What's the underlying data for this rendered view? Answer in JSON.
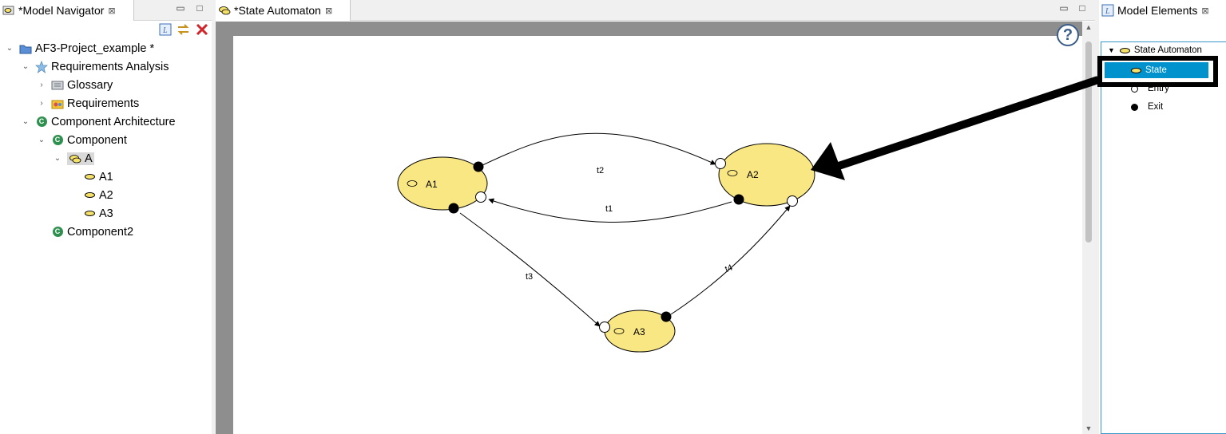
{
  "navigator": {
    "tab_title": "*Model Navigator",
    "close_glyph": "⊠",
    "toolbar": [
      {
        "name": "link-with-editor-icon",
        "glyph": "L"
      },
      {
        "name": "sync-icon",
        "glyph": "⇆"
      },
      {
        "name": "delete-icon",
        "glyph": "✕"
      }
    ],
    "tree": [
      {
        "label": "AF3-Project_example *",
        "icon": "project-folder-icon",
        "twisty": "open"
      },
      {
        "label": "Requirements Analysis",
        "icon": "star-icon",
        "twisty": "open"
      },
      {
        "label": "Glossary",
        "icon": "glossary-icon",
        "twisty": "closed"
      },
      {
        "label": "Requirements",
        "icon": "requirements-icon",
        "twisty": "closed"
      },
      {
        "label": "Component Architecture",
        "icon": "component-icon",
        "twisty": "open"
      },
      {
        "label": "Component",
        "icon": "component-icon",
        "twisty": "open"
      },
      {
        "label": "A",
        "icon": "state-automaton-icon",
        "twisty": "open"
      },
      {
        "label": "A1",
        "icon": "state-icon",
        "twisty": "none"
      },
      {
        "label": "A2",
        "icon": "state-icon",
        "twisty": "none"
      },
      {
        "label": "A3",
        "icon": "state-icon",
        "twisty": "none"
      },
      {
        "label": "Component2",
        "icon": "component-icon",
        "twisty": "none"
      }
    ]
  },
  "editor": {
    "tab_title": "*State Automaton",
    "close_glyph": "⊠",
    "help_glyph": "?",
    "states": [
      {
        "id": "A1",
        "label": "A1"
      },
      {
        "id": "A2",
        "label": "A2"
      },
      {
        "id": "A3",
        "label": "A3"
      }
    ],
    "transitions": [
      {
        "id": "t1",
        "label": "t1",
        "from": "A2",
        "to": "A1"
      },
      {
        "id": "t2",
        "label": "t2",
        "from": "A1",
        "to": "A2"
      },
      {
        "id": "t3",
        "label": "t3",
        "from": "A1",
        "to": "A3"
      },
      {
        "id": "t4",
        "label": "t4",
        "from": "A3",
        "to": "A2"
      }
    ]
  },
  "elements": {
    "tab_title": "Model Elements",
    "close_glyph": "⊠",
    "items": [
      {
        "label": "State Automaton",
        "icon": "state-automaton-icon",
        "selected": false
      },
      {
        "label": "State",
        "icon": "state-icon",
        "selected": true
      },
      {
        "label": "Entry",
        "icon": "entry-icon",
        "selected": false
      },
      {
        "label": "Exit",
        "icon": "exit-icon",
        "selected": false
      }
    ]
  },
  "colors": {
    "state_fill": "#f9e784",
    "selection": "#0092cc",
    "canvas_border": "#8e8e8e"
  }
}
